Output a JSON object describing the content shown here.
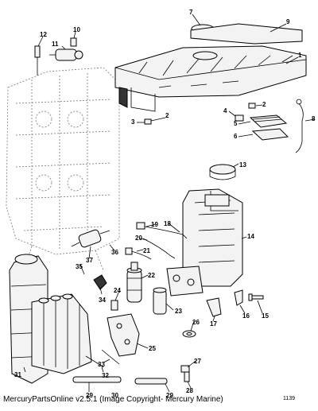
{
  "caption": "MercuryPartsOnline v2.5.1 (Image Copyright- Mercury Marine)",
  "page_code": "1139",
  "callouts": [
    "1",
    "2",
    "3",
    "4",
    "5",
    "6",
    "7",
    "8",
    "9",
    "10",
    "11",
    "12",
    "13",
    "14",
    "15",
    "16",
    "17",
    "18",
    "19",
    "20",
    "21",
    "22",
    "23",
    "24",
    "25",
    "26",
    "27",
    "28",
    "29",
    "30",
    "31",
    "32",
    "33",
    "34",
    "35",
    "36",
    "37"
  ],
  "extra_callouts": [
    "2",
    "29"
  ]
}
